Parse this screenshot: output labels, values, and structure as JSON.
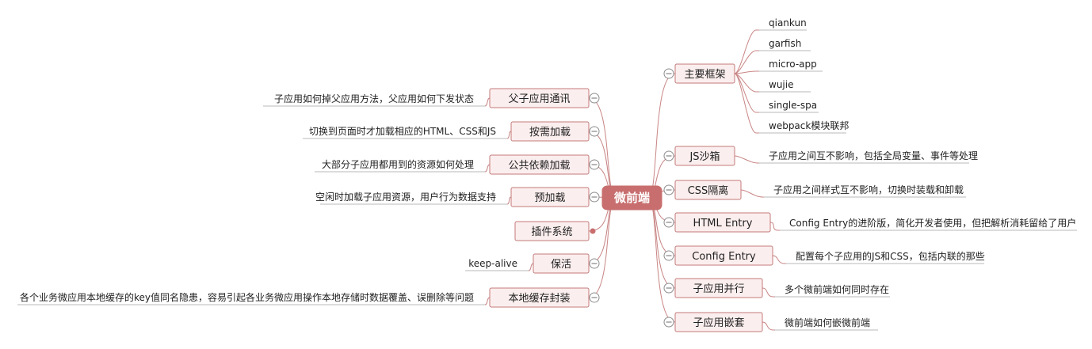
{
  "root": {
    "label": "微前端"
  },
  "right_branches": [
    {
      "label": "主要框架",
      "children": [
        "qiankun",
        "garfish",
        "micro-app",
        "wujie",
        "single-spa",
        "webpack模块联邦"
      ]
    },
    {
      "label": "JS沙箱",
      "children": [
        "子应用之间互不影响，包括全局变量、事件等处理"
      ]
    },
    {
      "label": "CSS隔离",
      "children": [
        "子应用之间样式互不影响，切换时装载和卸载"
      ]
    },
    {
      "label": "HTML Entry",
      "children": [
        "Config Entry的进阶版，简化开发者使用，但把解析消耗留给了用户"
      ]
    },
    {
      "label": "Config Entry",
      "children": [
        "配置每个子应用的JS和CSS，包括内联的那些"
      ]
    },
    {
      "label": "子应用并行",
      "children": [
        "多个微前端如何同时存在"
      ]
    },
    {
      "label": "子应用嵌套",
      "children": [
        "微前端如何嵌微前端"
      ]
    }
  ],
  "left_branches": [
    {
      "label": "父子应用通讯",
      "children": [
        "子应用如何掉父应用方法，父应用如何下发状态"
      ]
    },
    {
      "label": "按需加载",
      "children": [
        "切换到页面时才加载相应的HTML、CSS和JS"
      ]
    },
    {
      "label": "公共依赖加载",
      "children": [
        "大部分子应用都用到的资源如何处理"
      ]
    },
    {
      "label": "预加载",
      "children": [
        "空闲时加载子应用资源，用户行为数据支持"
      ]
    },
    {
      "label": "插件系统",
      "children": []
    },
    {
      "label": "保活",
      "children": [
        "keep-alive"
      ]
    },
    {
      "label": "本地缓存封装",
      "children": [
        "各个业务微应用本地缓存的key值同名隐患，容易引起各业务微应用操作本地存储时数据覆盖、误删除等问题"
      ]
    }
  ],
  "colors": {
    "root_fill": "#c86e6e",
    "node_fill": "#fbeeee",
    "node_border": "#c47a7a",
    "connector": "#c98585",
    "underline": "#b9b9b9"
  }
}
